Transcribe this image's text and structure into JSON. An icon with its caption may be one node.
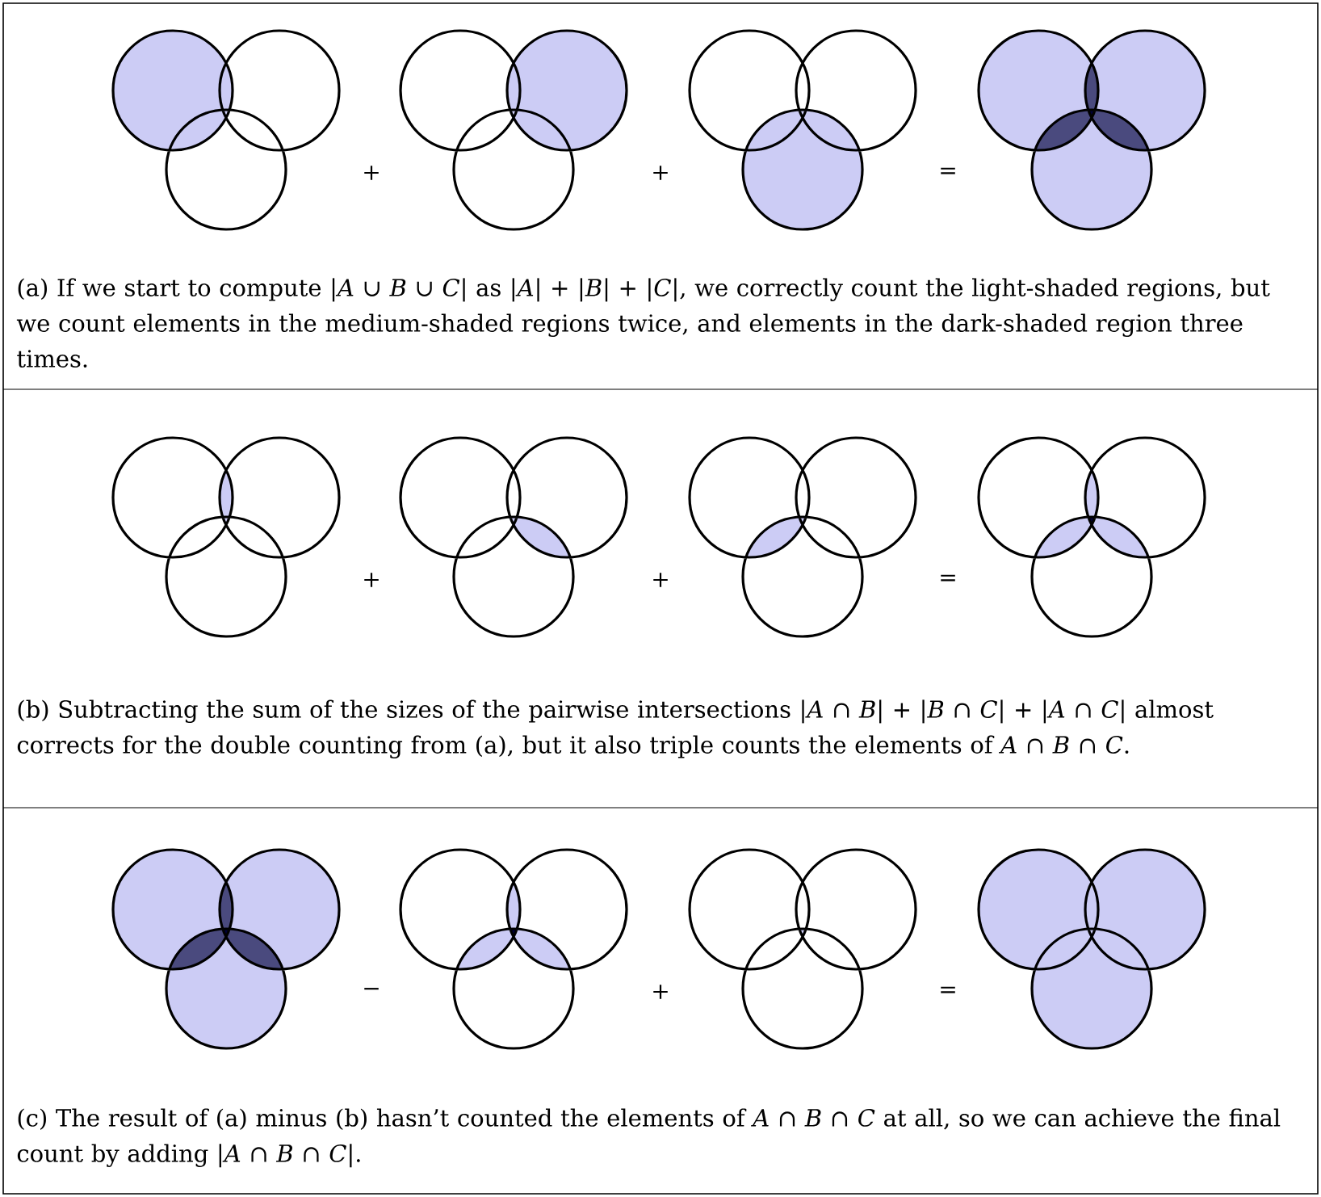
{
  "diagram": {
    "labels": [
      "+",
      "+",
      "=",
      "(a) If we start to compute |*A* ∪ *B* ∪ *C*| as |*A*| + |*B*| + |*C*|, we correctly count the light-shaded regions, but we count elements in the medium-shaded regions twice, and elements in the dark-shaded region three times.",
      "+",
      "+",
      "=",
      "(b) Subtracting the sum of the sizes of the pairwise intersections |*A* ∩ *B*| + |*B* ∩ *C*| + |*A* ∩ *C*| almost corrects for the double counting from (a), but it also triple counts the elements of *A* ∩ *B* ∩ *C*.",
      "−",
      "+",
      "=",
      "(c) The result of (a) minus (b) hasn’t counted the elements of *A* ∩ *B* ∩ *C* at all, so we can achieve the final count by adding |*A* ∩ *B* ∩ *C*|."
    ]
  }
}
